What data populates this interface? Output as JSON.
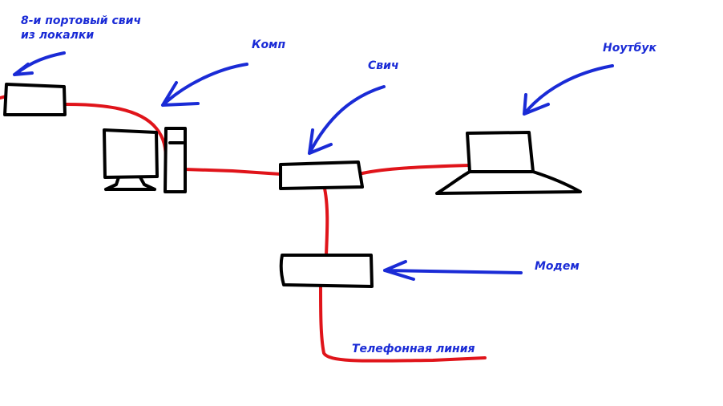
{
  "labels": {
    "switch8": [
      "8-и портовый свич",
      "из локалки"
    ],
    "computer": "Комп",
    "switch": "Свич",
    "laptop": "Ноутбук",
    "modem": "Модем",
    "phone_line": "Телефонная линия"
  },
  "colors": {
    "cable": "#e0141a",
    "arrow": "#1a2bd6",
    "device": "#000000",
    "background": "#ffffff"
  }
}
